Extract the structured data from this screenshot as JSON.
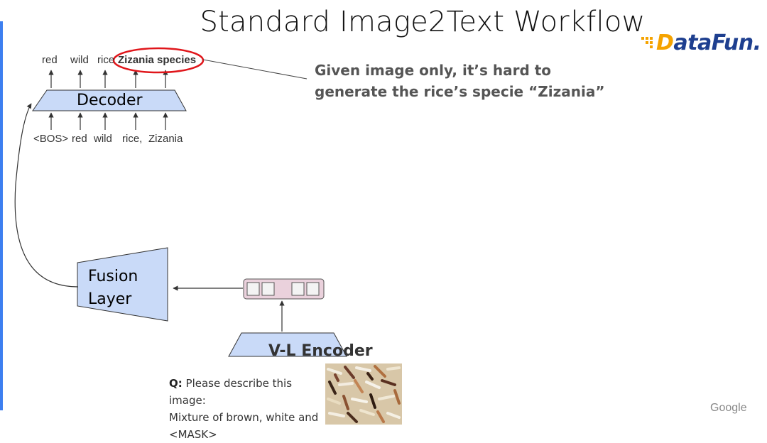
{
  "slide": {
    "title": "Standard Image2Text Workflow",
    "callout": "Given image only, it’s hard to generate the rice’s specie “Zizania”",
    "footer_brand": "Google"
  },
  "logo": {
    "text_first": "D",
    "text_rest": "ataFun.",
    "colors": {
      "dots": "#f5a300",
      "first_letter": "#f5a300",
      "rest": "#1e3f8f"
    }
  },
  "decoder": {
    "label": "Decoder",
    "output_tokens": [
      "red",
      "wild",
      "rice",
      "Zizania species"
    ],
    "input_tokens": [
      "<BOS>",
      "red",
      "wild",
      "rice,",
      "Zizania"
    ],
    "highlight_color": "#e0161b"
  },
  "fusion": {
    "label_line1": "Fusion",
    "label_line2": "Layer"
  },
  "encoder": {
    "label": "V-L Encoder"
  },
  "query": {
    "prefix": "Q:",
    "text": "Please describe this image:",
    "line2": "Mixture of brown, white and",
    "line3": "<MASK>"
  },
  "colors": {
    "shape_fill": "#c9daf8",
    "shape_stroke": "#333333",
    "embedding_fill": "#ead1dc",
    "accent_bar": "#3d7ff0"
  }
}
